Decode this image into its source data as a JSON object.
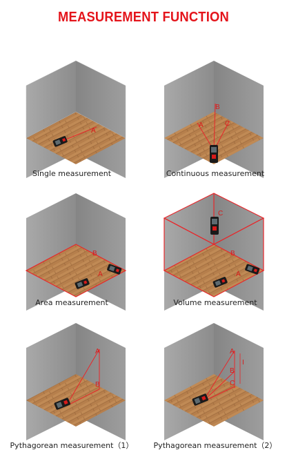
{
  "title": "MEASUREMENT FUNCTION",
  "colors": {
    "accent": "#e4141b",
    "laser": "#e8262a",
    "wall": "#8f8f8f",
    "floor": "#b07a4a"
  },
  "cells": [
    {
      "caption": "Single measurement",
      "labels": [
        "A"
      ]
    },
    {
      "caption": "Continuous measurement",
      "labels": [
        "A",
        "B",
        "C"
      ]
    },
    {
      "caption": "Area measurement",
      "labels": [
        "B",
        "A"
      ]
    },
    {
      "caption": "Volume measurement",
      "labels": [
        "C",
        "B",
        "A"
      ]
    },
    {
      "caption": "Pythagorean measurement（1）",
      "labels": [
        "A",
        "B"
      ]
    },
    {
      "caption": "Pythagorean measurement（2）",
      "labels": [
        "A",
        "B",
        "C",
        "I"
      ]
    }
  ]
}
